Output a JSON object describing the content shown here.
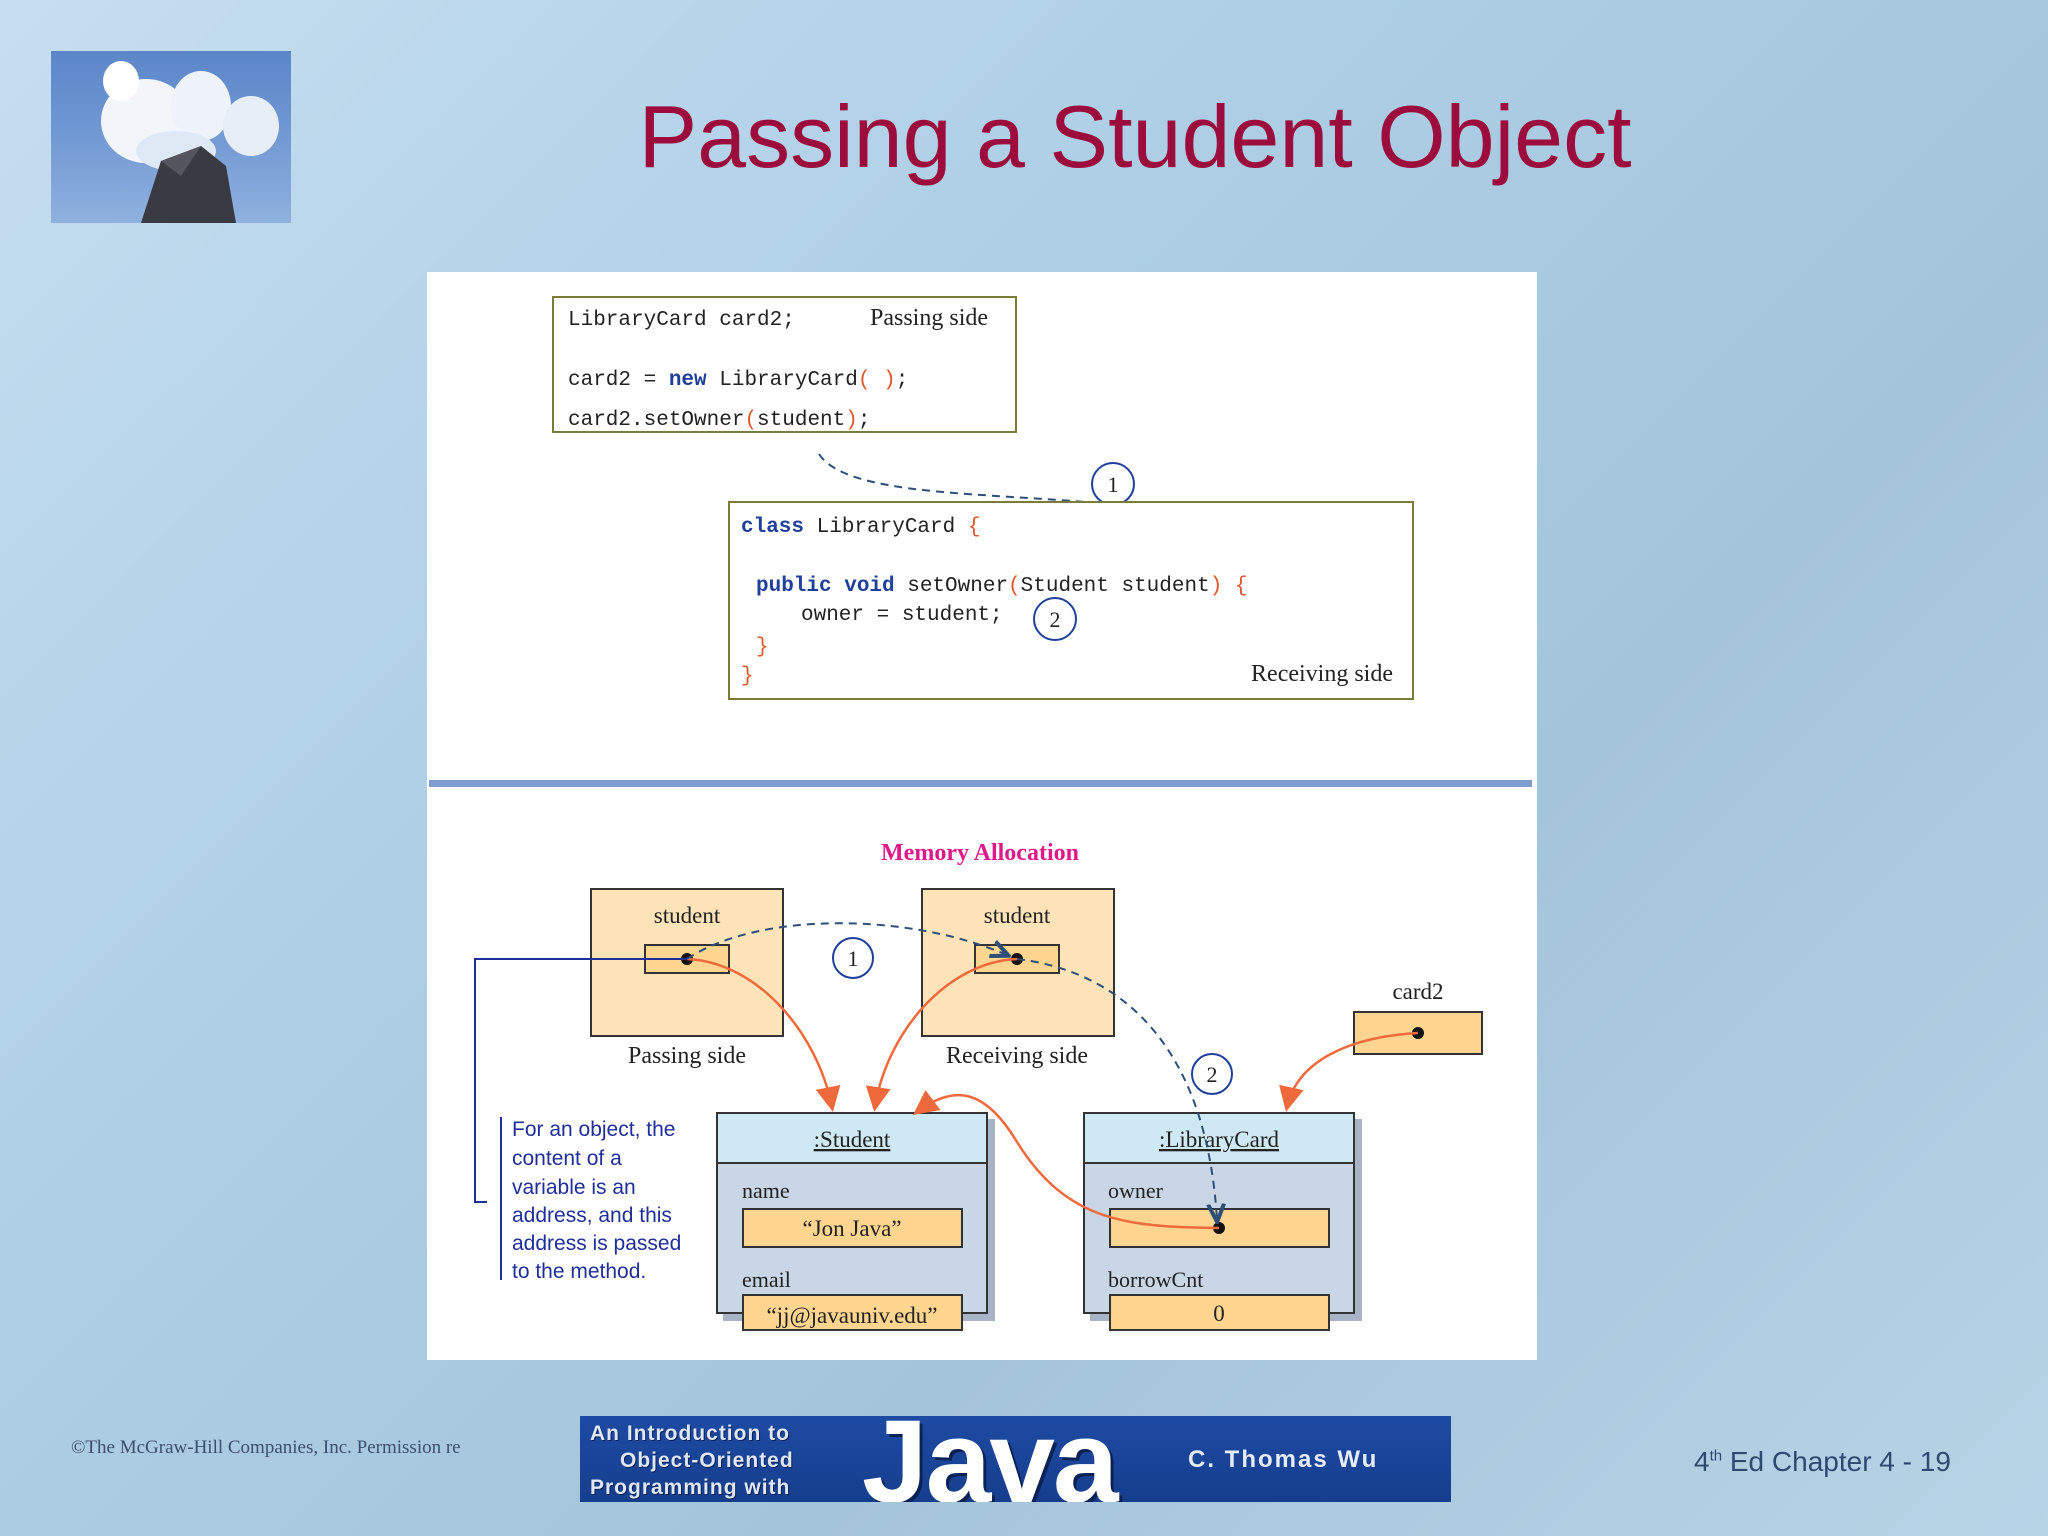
{
  "slide": {
    "title": "Passing a Student Object",
    "logo_icon": "wave-rock-photo",
    "footer_copyright": "©The McGraw-Hill Companies, Inc. Permission re",
    "banner": {
      "line1": "An Introduction to",
      "line2": "Object-Oriented",
      "line3": "Programming with",
      "java": "Java",
      "author": "C. Thomas Wu"
    },
    "page_edition_sup": "th",
    "page_edition_num": "4",
    "page_label": "Ed Chapter 4 - 19"
  },
  "code_top": {
    "l1": "LibraryCard card2;",
    "l1_note": "Passing side",
    "l2_a": "card2 = ",
    "l2_kw": "new",
    "l2_b": " LibraryCard",
    "l2_par": "( )",
    "l2_c": ";",
    "l3_a": "card2.setOwner",
    "l3_p1": "(",
    "l3_b": "student",
    "l3_p2": ")",
    "l3_c": ";"
  },
  "code_bottom": {
    "l1_kw": "class",
    "l1_b": " LibraryCard ",
    "l1_brace": "{",
    "l2_kw": "public void",
    "l2_b": " setOwner",
    "l2_p1": "(",
    "l2_c": "Student student",
    "l2_p2": ")",
    "l2_brace": " {",
    "l3": "owner = student;",
    "l4": "}",
    "l5": "}",
    "note": "Receiving side"
  },
  "markers": {
    "one": "1",
    "two": "2"
  },
  "memory": {
    "title": "Memory Allocation",
    "passing_var": "student",
    "passing_label": "Passing side",
    "receiving_var": "student",
    "receiving_label": "Receiving side",
    "card2_var": "card2",
    "note_lines": [
      "For an object, the",
      "content of a",
      "variable is an",
      "address, and this",
      "address is passed",
      "to the method."
    ],
    "student_obj": {
      "header": ":Student",
      "field1": "name",
      "value1": "“Jon Java”",
      "field2": "email",
      "value2": "“jj@javauniv.edu”"
    },
    "card_obj": {
      "header": ":LibraryCard",
      "field1": "owner",
      "field2": "borrowCnt",
      "value2": "0"
    }
  },
  "colors": {
    "title": "#9c0d3e",
    "memory_title": "#e0198a",
    "arrow_orange": "#ee6a3c",
    "arrow_blue": "#2c4f7a",
    "box_fill": "#fde3b8",
    "value_fill": "#ffd58f",
    "object_header": "#cfe9f4",
    "object_body": "#c9d6e6"
  }
}
